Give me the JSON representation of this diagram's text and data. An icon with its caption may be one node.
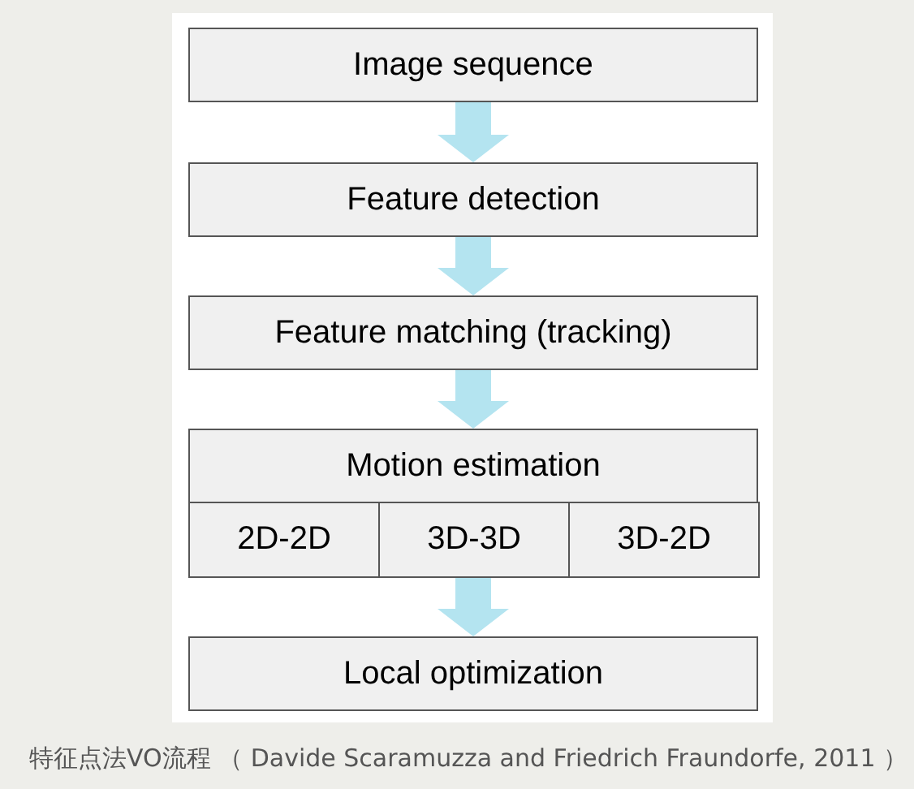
{
  "diagram": {
    "caption": "特征点法VO流程 （ Davide Scaramuzza and Friedrich Fraundorfe, 2011 ）",
    "nodes": [
      {
        "text": [
          "Image sequence"
        ]
      },
      {
        "text": [
          "Feature detection"
        ]
      },
      {
        "text": [
          "Feature matching (tracking)"
        ]
      },
      {
        "text": [
          "Motion estimation"
        ]
      },
      {
        "text": [
          "2D-2D"
        ],
        "in": 3
      },
      {
        "text": [
          "3D-3D"
        ],
        "in": 3
      },
      {
        "text": [
          "3D-2D"
        ],
        "in": 3
      },
      {
        "text": [
          "Local optimization"
        ]
      }
    ],
    "edges": [
      {
        "from": 0,
        "to": 1,
        "arrow": "to"
      },
      {
        "from": 1,
        "to": 2,
        "arrow": "to"
      },
      {
        "from": 2,
        "to": 3,
        "arrow": "to"
      },
      {
        "from": 3,
        "to": 7,
        "arrow": "to"
      }
    ]
  }
}
